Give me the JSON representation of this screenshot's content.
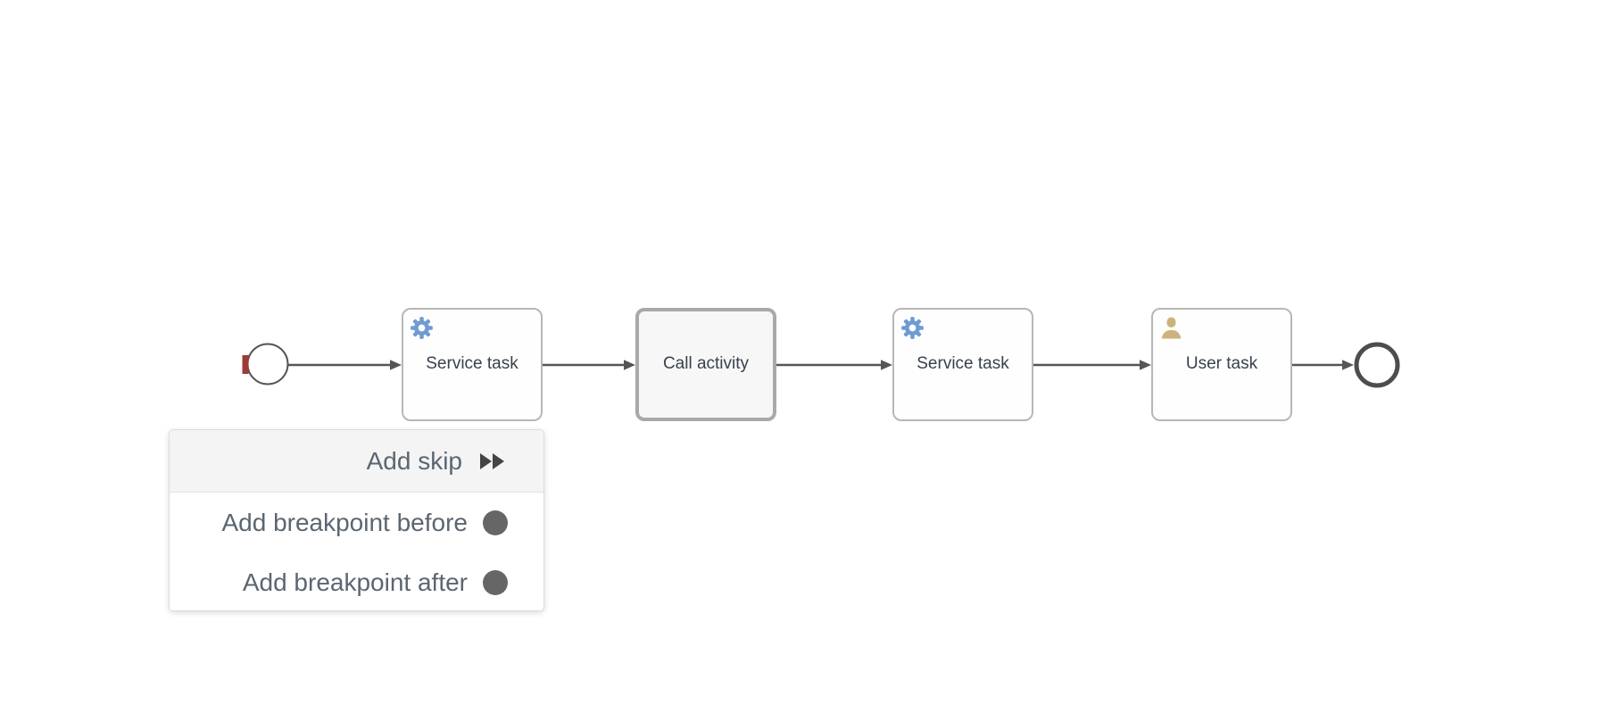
{
  "app": {
    "name": "BPMN process canvas",
    "background_color": "#ffffff"
  },
  "diagram": {
    "stroke_color": "#555555",
    "nodes": [
      {
        "type": "start-event",
        "label": "",
        "marker": "breakpoint-bar",
        "marker_color": "#9e3b35"
      },
      {
        "type": "service-task",
        "label": "Service task",
        "icon": "gear-icon",
        "icon_color": "#6f9bd1"
      },
      {
        "type": "call-activity",
        "label": "Call activity",
        "icon": ""
      },
      {
        "type": "service-task",
        "label": "Service task",
        "icon": "gear-icon",
        "icon_color": "#6f9bd1"
      },
      {
        "type": "user-task",
        "label": "User task",
        "icon": "user-icon",
        "icon_color": "#ccb37c"
      },
      {
        "type": "end-event",
        "label": ""
      }
    ],
    "flow_order": "start-event → service-task → call-activity → service-task → user-task → end-event"
  },
  "context_menu": {
    "background": "#ffffff",
    "text_color": "#5b6670",
    "icon_color": "#666666",
    "items": [
      {
        "label": "Add skip",
        "icon": "fast-forward-icon",
        "state": "hovered"
      },
      {
        "label": "Add breakpoint before",
        "icon": "breakpoint-circle-icon",
        "state": "default"
      },
      {
        "label": "Add breakpoint after",
        "icon": "breakpoint-circle-icon",
        "state": "default"
      }
    ]
  }
}
